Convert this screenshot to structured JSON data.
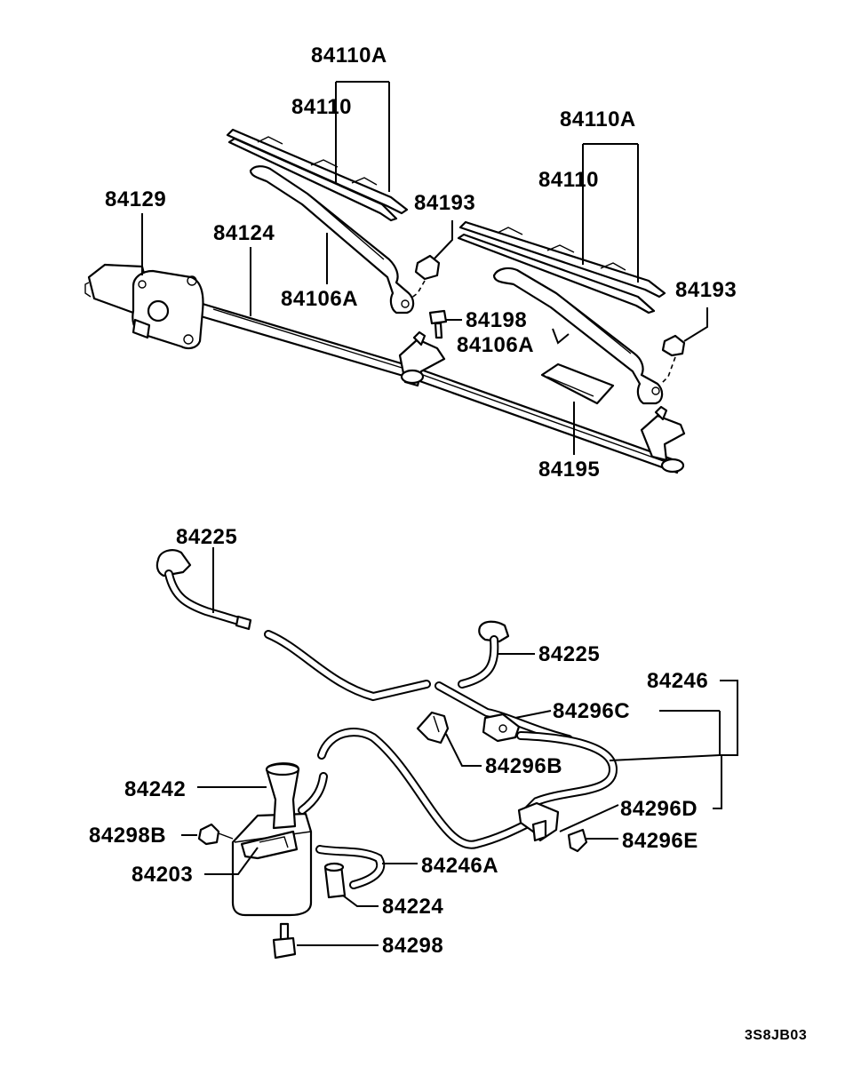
{
  "labels": {
    "l84110A_1": "84110A",
    "l84110_1": "84110",
    "l84110A_2": "84110A",
    "l84110_2": "84110",
    "l84129": "84129",
    "l84124": "84124",
    "l84193_1": "84193",
    "l84193_2": "84193",
    "l84106A_1": "84106A",
    "l84106A_2": "84106A",
    "l84198": "84198",
    "l84195": "84195",
    "l84225_1": "84225",
    "l84225_2": "84225",
    "l84246": "84246",
    "l84296C": "84296C",
    "l84296B": "84296B",
    "l84242": "84242",
    "l84296D": "84296D",
    "l84298B": "84298B",
    "l84296E": "84296E",
    "l84203": "84203",
    "l84246A": "84246A",
    "l84224": "84224",
    "l84298": "84298",
    "diagram_code": "3S8JB03"
  }
}
